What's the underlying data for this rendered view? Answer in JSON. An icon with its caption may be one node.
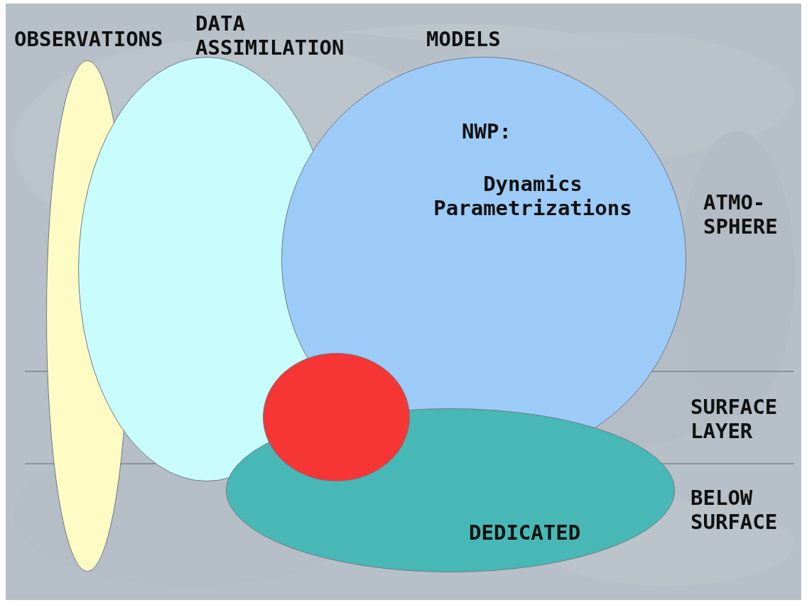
{
  "diagram": {
    "nodes": [
      {
        "text": [
          "OBSERVATIONS"
        ]
      },
      {
        "text": [
          "DATA ASSIMILATION"
        ]
      },
      {
        "text": [
          "MODELS",
          "NWP:",
          "Dynamics Parametrizations"
        ]
      },
      {
        "text": [],
        "shape": "circle"
      },
      {
        "text": [
          "DEDICATED"
        ]
      }
    ],
    "labels": [
      "ATMO- SPHERE",
      "SURFACE LAYER",
      "BELOW SURFACE"
    ]
  }
}
